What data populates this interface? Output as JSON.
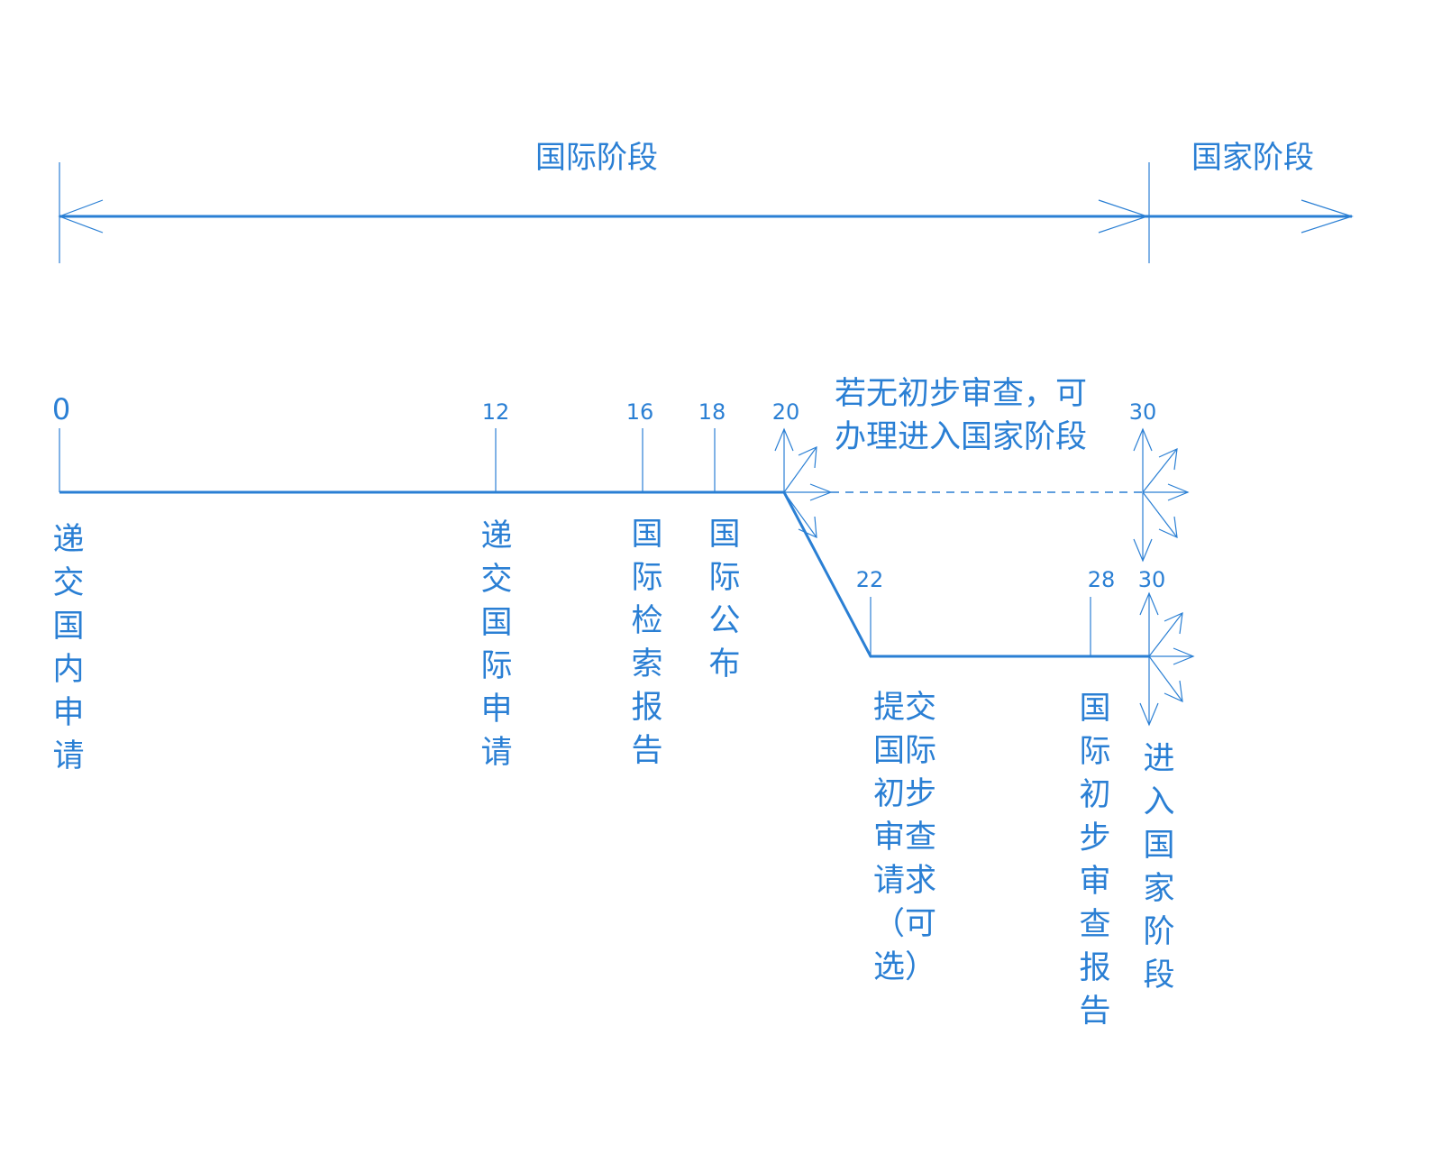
{
  "phases": {
    "international": "国际阶段",
    "national": "国家阶段"
  },
  "milestones": {
    "m0": "0",
    "m12": "12",
    "m16": "16",
    "m18": "18",
    "m20": "20",
    "m30_upper": "30",
    "m22": "22",
    "m28": "28",
    "m30_lower": "30"
  },
  "events": {
    "national_filing": "递交国内申请",
    "intl_filing": "递交国际申请",
    "search_report": "国际检索报告",
    "publication": "国际公布",
    "prelim_exam_request": [
      "提交",
      "国际",
      "初步",
      "审查",
      "请求",
      "（可",
      "选）"
    ],
    "prelim_exam_report": "国际初步审查报告",
    "enter_national": "进入国家阶段"
  },
  "note": {
    "line1": "若无初步审查，可",
    "line2": "办理进入国家阶段"
  },
  "colors": {
    "line": "#2a7fd4",
    "text": "#2a7fd4"
  }
}
